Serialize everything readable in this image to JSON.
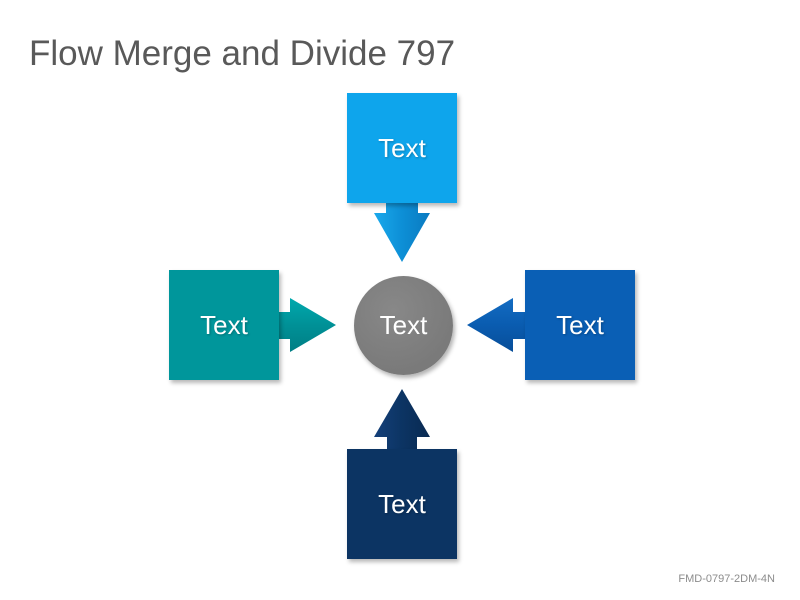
{
  "slide": {
    "title": "Flow Merge and Divide 797",
    "footer_code": "FMD-0797-2DM-4N"
  },
  "diagram": {
    "center": {
      "label": "Text",
      "color": "#7a7a7a"
    },
    "nodes": [
      {
        "id": "top",
        "label": "Text",
        "color": "#0ea5ec",
        "arrow_color": "#0c8fd6"
      },
      {
        "id": "left",
        "label": "Text",
        "color": "#00969b",
        "arrow_color": "#009aa0"
      },
      {
        "id": "right",
        "label": "Text",
        "color": "#0a5fb5",
        "arrow_color": "#0a5fb5"
      },
      {
        "id": "bottom",
        "label": "Text",
        "color": "#0c3463",
        "arrow_color": "#0c3463"
      }
    ]
  }
}
